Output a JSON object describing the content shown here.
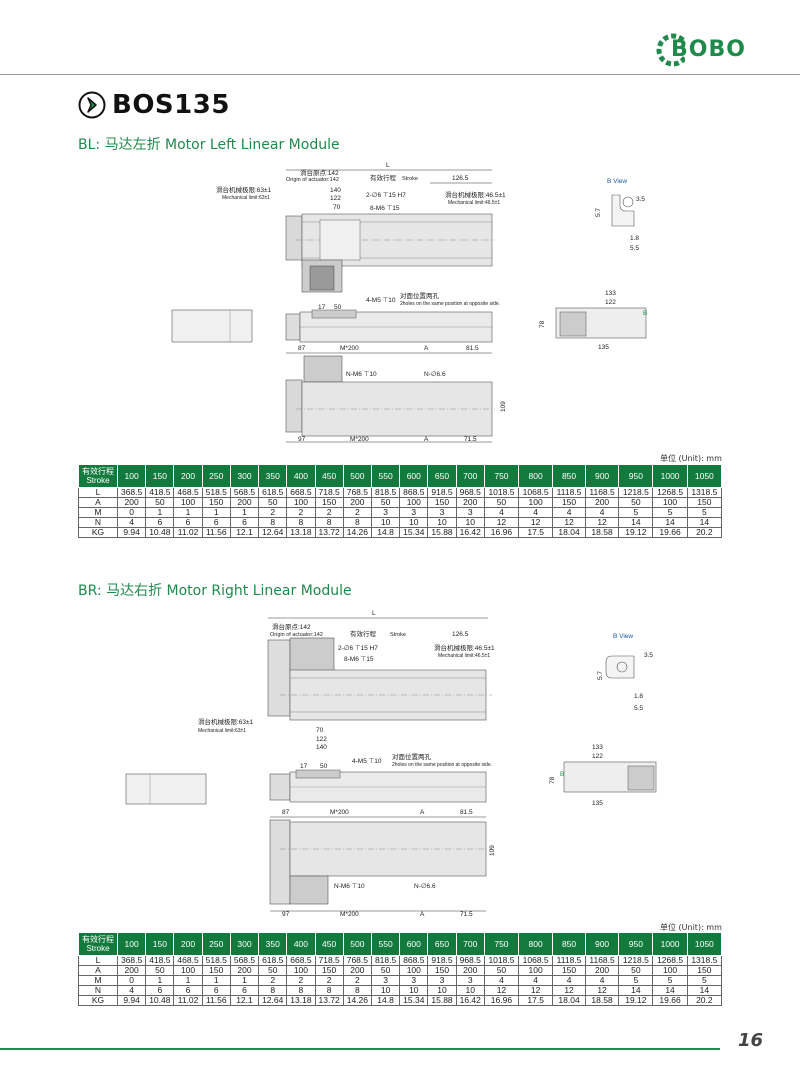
{
  "brand": "BOBO",
  "title": "BOS135",
  "sections": {
    "bl_title": "BL: 马达左折  Motor Left Linear Module",
    "br_title": "BR: 马达右折  Motor Right Linear Module"
  },
  "unit": "单位 (Unit): mm",
  "page_number": "16",
  "drawing": {
    "L": "L",
    "origin_cn": "滑台原点:142",
    "origin_en": "Origin of actuator:142",
    "stroke_cn": "有效行程",
    "stroke_en": "Stroke",
    "dim_126_5": "126.5",
    "dim_140": "140",
    "dim_122": "122",
    "dim_70": "70",
    "hole_2_6": "2-∅6 ⊤15 H7",
    "hole_8_m6": "8-M6 ⊤15",
    "mech_left_cn": "滑台机械极限:63±1",
    "mech_left_en": "Mechanical limit:63±1",
    "mech_right_cn": "滑台机械极限:46.5±1",
    "mech_right_en": "Mechanical limit:46.5±1",
    "b_view": "B View",
    "dim_3_5": "3.5",
    "dim_5_7": "5.7",
    "dim_1_8": "1.8",
    "dim_5_5": "5.5",
    "dim_17": "17",
    "dim_50": "50",
    "hole_4_m5": "4-M5 ⊤10",
    "opp_cn": "对面位置两孔",
    "opp_en": "2holes on the same position at opposite side.",
    "dim_133": "133",
    "dim_78": "78",
    "dim_135": "135",
    "B": "B",
    "dim_87": "87",
    "M200": "M*200",
    "A": "A",
    "dim_81_5": "81.5",
    "N_M6": "N-M6 ⊤10",
    "N_6_6": "N-∅6.6",
    "dim_109": "109",
    "dim_97": "97",
    "dim_71_5": "71.5"
  },
  "table": {
    "header_cn": "有效行程",
    "header_en": "Stroke",
    "strokes": [
      "100",
      "150",
      "200",
      "250",
      "300",
      "350",
      "400",
      "450",
      "500",
      "550",
      "600",
      "650",
      "700",
      "750",
      "800",
      "850",
      "900",
      "950",
      "1000",
      "1050"
    ],
    "rows": [
      {
        "label": "L",
        "values": [
          "368.5",
          "418.5",
          "468.5",
          "518.5",
          "568.5",
          "618.5",
          "668.5",
          "718.5",
          "768.5",
          "818.5",
          "868.5",
          "918.5",
          "968.5",
          "1018.5",
          "1068.5",
          "1118.5",
          "1168.5",
          "1218.5",
          "1268.5",
          "1318.5"
        ]
      },
      {
        "label": "A",
        "values": [
          "200",
          "50",
          "100",
          "150",
          "200",
          "50",
          "100",
          "150",
          "200",
          "50",
          "100",
          "150",
          "200",
          "50",
          "100",
          "150",
          "200",
          "50",
          "100",
          "150"
        ]
      },
      {
        "label": "M",
        "values": [
          "0",
          "1",
          "1",
          "1",
          "1",
          "2",
          "2",
          "2",
          "2",
          "3",
          "3",
          "3",
          "3",
          "4",
          "4",
          "4",
          "4",
          "5",
          "5",
          "5"
        ]
      },
      {
        "label": "N",
        "values": [
          "4",
          "6",
          "6",
          "6",
          "6",
          "8",
          "8",
          "8",
          "8",
          "10",
          "10",
          "10",
          "10",
          "12",
          "12",
          "12",
          "12",
          "14",
          "14",
          "14"
        ]
      },
      {
        "label": "KG",
        "values": [
          "9.94",
          "10.48",
          "11.02",
          "11.56",
          "12.1",
          "12.64",
          "13.18",
          "13.72",
          "14.26",
          "14.8",
          "15.34",
          "15.88",
          "16.42",
          "16.96",
          "17.5",
          "18.04",
          "18.58",
          "19.12",
          "19.66",
          "20.2"
        ]
      }
    ]
  }
}
